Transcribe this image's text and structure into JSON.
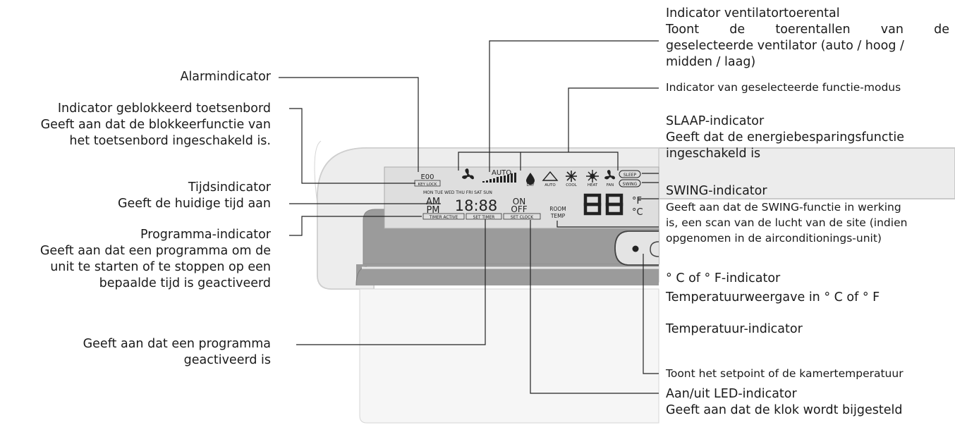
{
  "left_labels": [
    {
      "id": "alarm",
      "lines": [
        "Alarmindicator"
      ]
    },
    {
      "id": "keylock",
      "lines": [
        "Indicator geblokkeerd toetsenbord",
        "Geeft aan dat de blokkeerfunctie van",
        "het toetsenbord ingeschakeld is."
      ]
    },
    {
      "id": "time",
      "lines": [
        "Tijdsindicator",
        "Geeft de huidige tijd aan"
      ]
    },
    {
      "id": "program",
      "lines": [
        "Programma-indicator",
        "Geeft aan dat een programma om de",
        "unit te starten of te stoppen op een",
        "bepaalde tijd is geactiveerd"
      ]
    },
    {
      "id": "program_active",
      "lines": [
        "Geeft aan dat een programma",
        "geactiveerd is"
      ]
    }
  ],
  "right_labels": {
    "fan_speed": [
      "Indicator ventilatortoerental",
      "Toont de toerentallen van de",
      "geselecteerde ventilator (auto / hoog /",
      "midden / laag)"
    ],
    "mode": [
      "Indicator van geselecteerde functie-modus"
    ],
    "sleep": [
      "SLAAP-indicator",
      "Geeft dat de energiebesparingsfunctie",
      "ingeschakeld is"
    ],
    "swing": [
      "SWING-indicator",
      "Geeft aan dat de SWING-functie in werking",
      "is, een scan van de lucht van de site (indien",
      "opgenomen in de airconditionings-unit)"
    ],
    "unit": [
      "° C of ° F-indicator",
      "Temperatuurweergave in ° C of ° F"
    ],
    "temp": [
      "Temperatuur-indicator"
    ],
    "setpoint": [
      "Toont het setpoint of de kamertemperatuur"
    ],
    "onoff": [
      "Aan/uit LED-indicator",
      "Geeft aan dat de klok wordt bijgesteld"
    ]
  },
  "lcd": {
    "alarm_code": "E00",
    "key_lock": "KEY LOCK",
    "fan_auto": "AUTO",
    "modes": [
      "DRY",
      "AUTO",
      "COOL",
      "HEAT",
      "FAN"
    ],
    "sleep": "SLEEP",
    "swing": "SWING",
    "days": "MON  TUE  WED  THU  FRI  SAT  SUN",
    "am": "AM",
    "pm": "PM",
    "clock": "18:88",
    "on": "ON",
    "off": "OFF",
    "room": "ROOM",
    "temp": "TEMP",
    "digits": "88",
    "deg_f": "°F",
    "deg_c": "°C",
    "timer_active": "TIMER ACTIVE",
    "set_timer": "SET TIMER",
    "set_clock": "SET CLOCK"
  },
  "colors": {
    "housing": "#e9e9e9",
    "bezel": "#9a9a9a",
    "lcd": "#dedede",
    "line": "#222222"
  }
}
